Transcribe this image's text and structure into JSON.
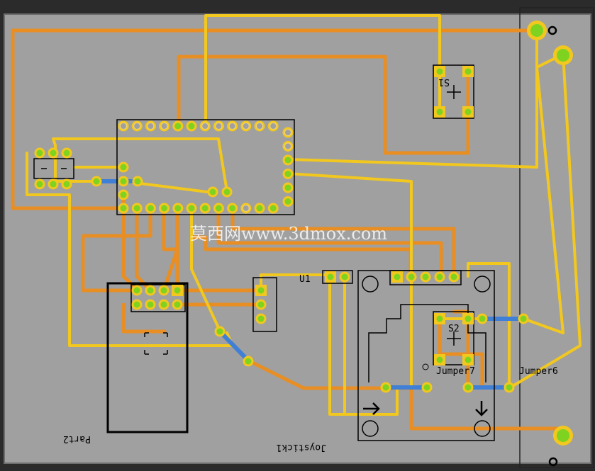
{
  "app": {
    "title": "Breadboard PCB view",
    "watermark": "莫西网www.3dmox.com"
  },
  "colors": {
    "background": "#2b2b2b",
    "board": "#a0a0a0",
    "board_edge": "#6e6e6e",
    "top_trace": "#f2c81e",
    "bottom_trace": "#e88e22",
    "jumper": "#3f7fd6",
    "pad_green": "#7ed321",
    "pad_ring": "#f2c81e",
    "pad_empty": "#f3d88a",
    "silkscreen": "#000000"
  },
  "labels": {
    "s1": "S1",
    "s2": "S2",
    "u1": "U1",
    "jumper7": "Jumper7",
    "jumper6": "Jumper6",
    "part2": "Part2",
    "joystick": "Joystick1"
  }
}
